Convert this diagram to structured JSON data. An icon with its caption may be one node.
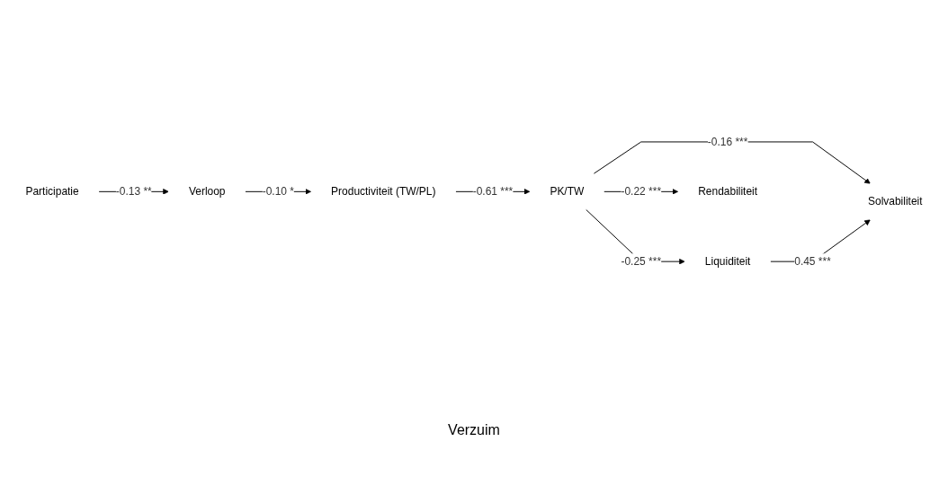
{
  "diagram": {
    "nodes": [
      {
        "text": [
          "Participatie"
        ]
      },
      {
        "text": [
          "Verloop"
        ]
      },
      {
        "text": [
          "Productiviteit (TW/PL)"
        ]
      },
      {
        "text": [
          "PK/TW"
        ]
      },
      {
        "text": [
          "Liquiditeit"
        ]
      },
      {
        "text": [
          "Solvabiliteit"
        ]
      },
      {
        "text": [
          "Rendabiliteit"
        ]
      }
    ],
    "edges": [
      {
        "from": 0,
        "to": 1,
        "arrow": "to",
        "label": "-0.13 **"
      },
      {
        "from": 1,
        "to": 2,
        "arrow": "to",
        "label": "-0.10 *"
      },
      {
        "from": 2,
        "to": 3,
        "arrow": "to",
        "label": "-0.61 ***"
      },
      {
        "from": 3,
        "to": 4,
        "arrow": "to",
        "label": "-0.25 ***"
      },
      {
        "from": 3,
        "to": 5,
        "arrow": "to",
        "label": "-0.16 ***"
      },
      {
        "from": 3,
        "to": 6,
        "arrow": "to",
        "label": "-0.22 ***"
      },
      {
        "from": 4,
        "to": 5,
        "arrow": "to",
        "label": "0.45 ***"
      }
    ],
    "labels": [
      "Verzuim"
    ]
  }
}
